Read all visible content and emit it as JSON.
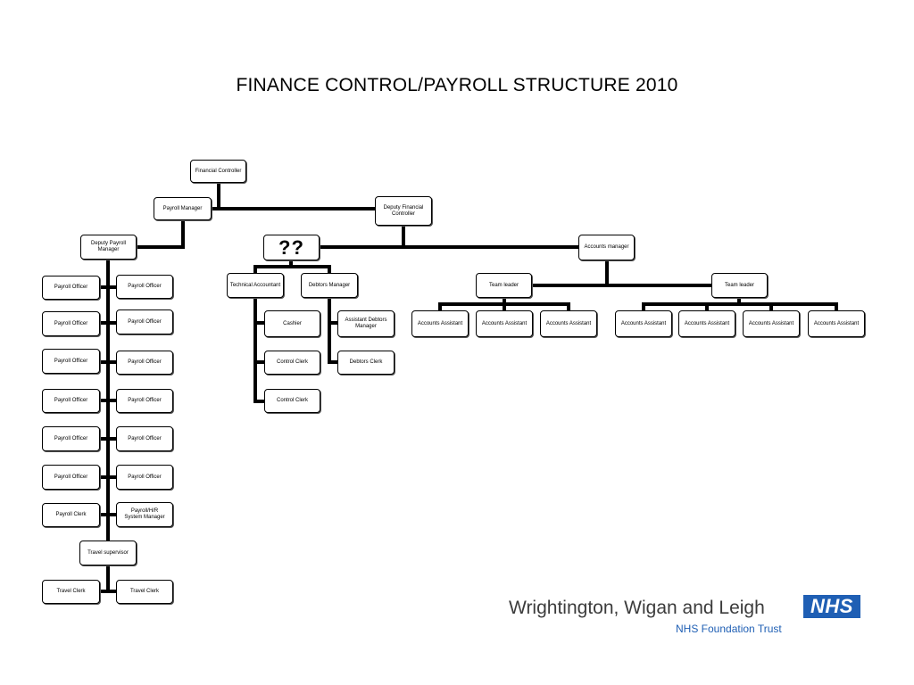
{
  "title": "FINANCE CONTROL/PAYROLL STRUCTURE 2010",
  "nodes": {
    "fc": "Financial Controller",
    "pm": "Payroll Manager",
    "dfc": "Deputy Financial\nController",
    "dpm": "Deputy Payroll\nManager",
    "unknown": "??",
    "am": "Accounts manager",
    "ta": "Technical Accountant",
    "dm": "Debtors Manager",
    "tl1": "Team leader",
    "tl2": "Team leader",
    "cashier": "Cashier",
    "cc1": "Control Clerk",
    "cc2": "Control Clerk",
    "adm": "Assistant Debtors\nManager",
    "dc": "Debtors Clerk",
    "aa1": "Accounts Assistant",
    "aa2": "Accounts Assistant",
    "aa3": "Accounts Assistant",
    "aa4": "Accounts Assistant",
    "aa5": "Accounts Assistant",
    "aa6": "Accounts Assistant",
    "aa7": "Accounts Assistant",
    "poL1": "Payroll Officer",
    "poR1": "Payroll Officer",
    "poL2": "Payroll Officer",
    "poR2": "Payroll Officer",
    "poL3": "Payroll Officer",
    "poR3": "Payroll Officer",
    "poL4": "Payroll Officer",
    "poR4": "Payroll Officer",
    "poL5": "Payroll Officer",
    "poR5": "Payroll Officer",
    "poL6": "Payroll Officer",
    "poR6": "Payroll Officer",
    "pclerk": "Payroll Clerk",
    "phr": "Payroll/H/R\nSystem Manager",
    "ts": "Travel supervisor",
    "tc1": "Travel Clerk",
    "tc2": "Travel Clerk"
  },
  "logo": {
    "trust_name": "Wrightington, Wigan and Leigh",
    "badge": "NHS",
    "subtitle": "NHS Foundation Trust",
    "badge_color": "#1f5fb4"
  }
}
